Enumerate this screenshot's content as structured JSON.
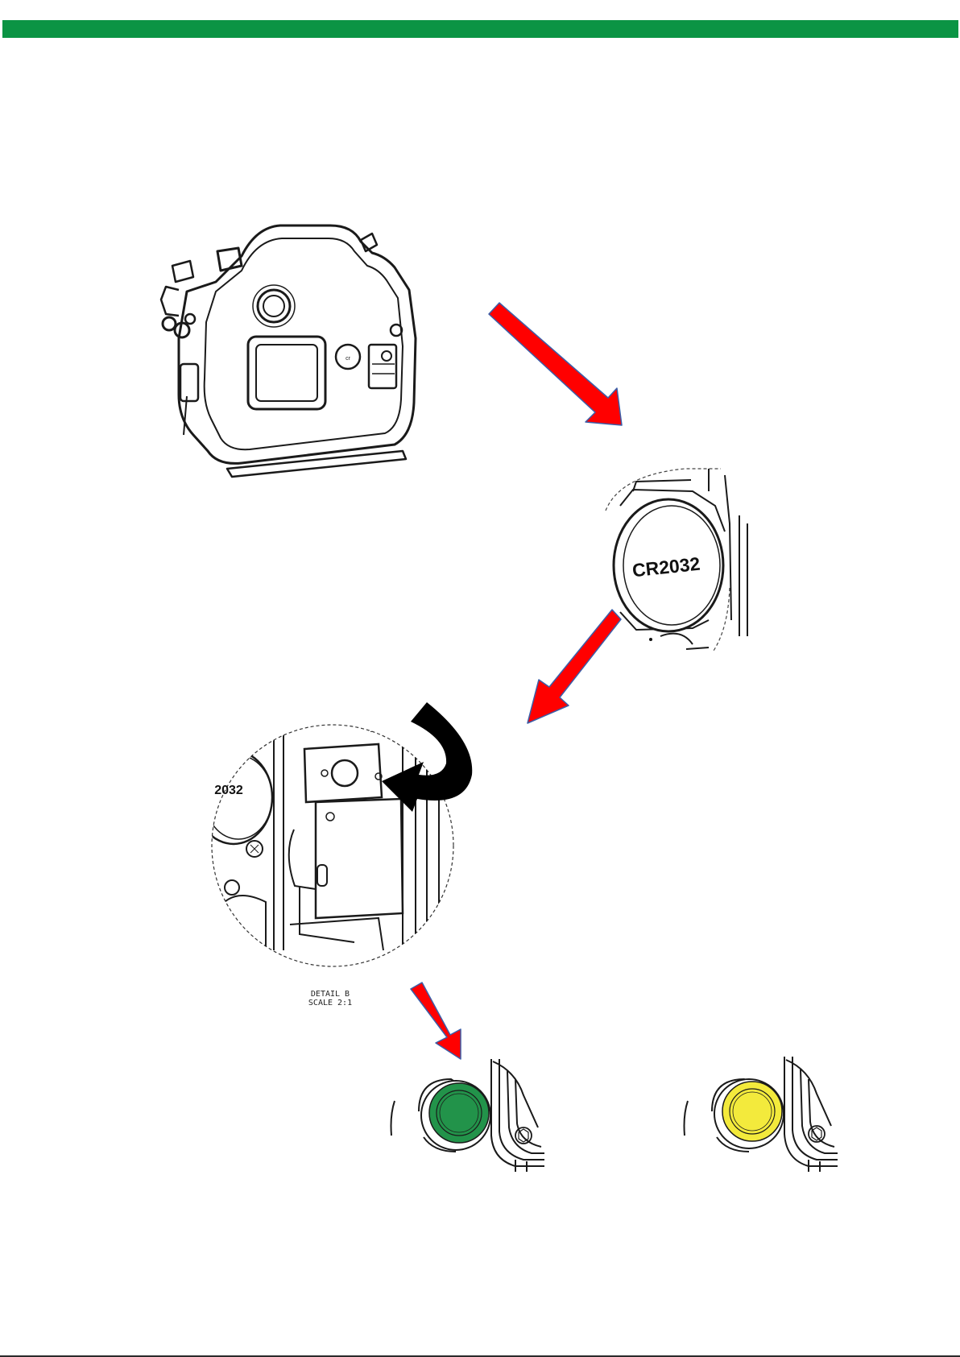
{
  "colors": {
    "top_bar": "#0b9444",
    "arrow": "#ff0000",
    "arrow_outline": "#3b5ea8",
    "indicator_green": "#22934a",
    "indicator_yellow": "#f3ea3c",
    "line": "#1a1a1a"
  },
  "battery": {
    "label": "CR2032",
    "partial_label": "2032"
  },
  "detail": {
    "line1": "DETAIL B",
    "line2": "SCALE 2:1"
  },
  "indicators": [
    {
      "state": "green",
      "icon": "indicator-green-icon"
    },
    {
      "state": "yellow",
      "icon": "indicator-yellow-icon"
    }
  ]
}
